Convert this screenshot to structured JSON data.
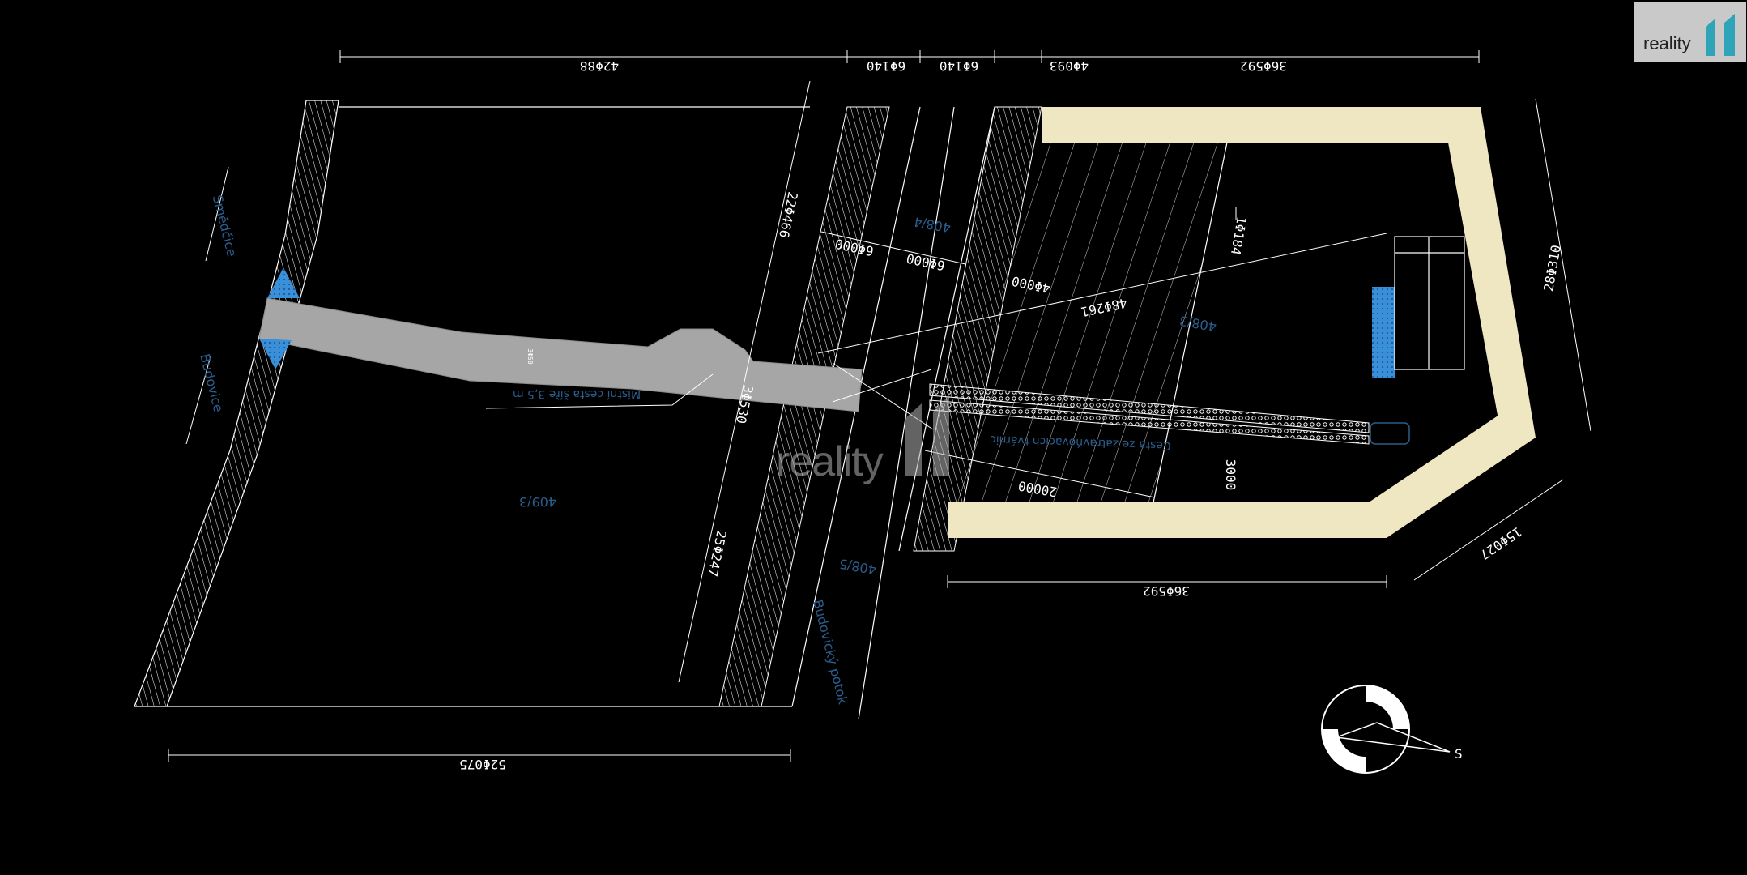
{
  "logo": {
    "text": "reality"
  },
  "watermark": {
    "text": "reality"
  },
  "dimensions": {
    "top_1": "42Φ88",
    "top_2": "6Φ140",
    "top_3": "6Φ140",
    "top_4": "4Φ093",
    "top_5": "36Φ592",
    "left_vertical_upper": "22Φ466",
    "left_vertical_lower": "25Φ247",
    "mid_1": "6Φ000",
    "mid_2": "6Φ000",
    "mid_3": "4Φ000",
    "diagonal": "48Φ261",
    "right_small": "1Φ184",
    "right_vertical": "28Φ310",
    "right_lower": "15Φ027",
    "bottom_right": "36Φ592",
    "bottom_left": "52Φ075",
    "road_mid": "3Φ530",
    "drive_length": "20000",
    "drive_width": "3000",
    "road_width_small": "3Φ50"
  },
  "labels": {
    "direction_up": "Smědčice",
    "direction_down": "Budovice",
    "parcel_left": "409/3",
    "parcel_mid_upper": "408/4",
    "parcel_mid_lower": "408/5",
    "parcel_right": "408/3",
    "stream": "Budovický potok",
    "road_note": "Místní cesta šíře 3,5 m",
    "drive_note": "Cesta ze zatravňovacích tvárnic"
  },
  "compass": {
    "label": "S"
  },
  "colors": {
    "background": "#000000",
    "line": "#ffffff",
    "road": "#a6a6a6",
    "plot_border": "#efe6c2",
    "water": "#3a8fd9",
    "text_label": "#2b5d8c"
  }
}
